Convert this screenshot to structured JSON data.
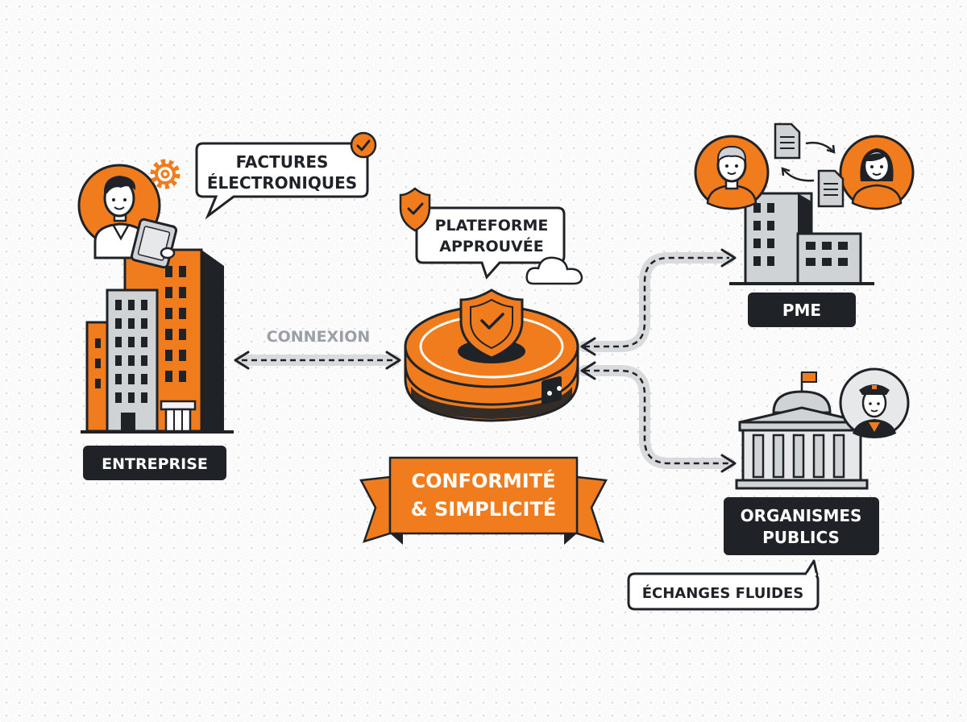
{
  "labels": {
    "factures_line1": "FACTURES",
    "factures_line2": "ÉLECTRONIQUES",
    "plateforme_line1": "PLATEFORME",
    "plateforme_line2": "APPROUVÉE",
    "connexion": "CONNEXION",
    "entreprise": "ENTREPRISE",
    "pme": "PME",
    "organismes_line1": "ORGANISMES",
    "organismes_line2": "PUBLICS",
    "echanges": "ÉCHANGES FLUIDES",
    "banner_line1": "CONFORMITÉ",
    "banner_line2": "& SIMPLICITÉ"
  },
  "icons": [
    "gear-icon",
    "check-icon",
    "shield-icon",
    "cloud-icon",
    "document-icon",
    "person-icon",
    "building-icon",
    "government-building-icon",
    "flag-icon",
    "officer-icon",
    "server-platform-icon"
  ],
  "colors": {
    "accent": "#f07c1e",
    "dark": "#1f2328",
    "gray": "#cfd3d6",
    "light_gray": "#dadcde",
    "connexion_text": "#9aa0a6"
  }
}
